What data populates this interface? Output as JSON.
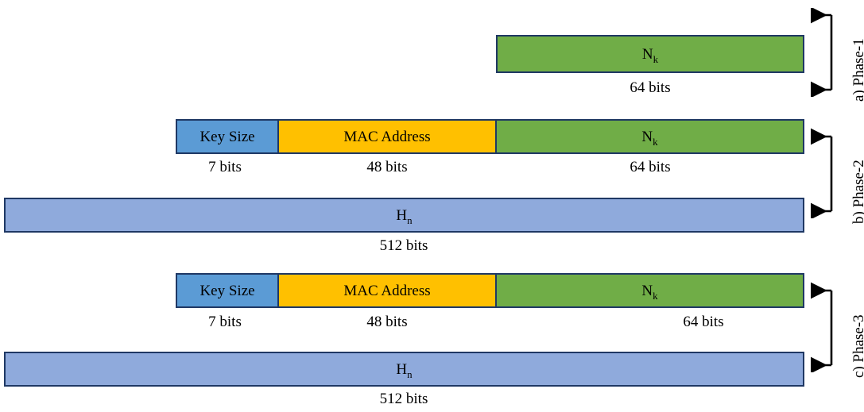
{
  "diagram": {
    "title_present": false,
    "colors": {
      "green": "#70AD47",
      "amber": "#FFC000",
      "blue": "#5B9BD5",
      "light_blue": "#8FAADC",
      "border": "#1F3864",
      "arrow": "#000000",
      "text": "#000000",
      "background": "#FFFFFF"
    },
    "phases": [
      {
        "id": "phase-1",
        "label": "a) Phase-1",
        "rows": [
          {
            "id": "phase1-row-nonce",
            "segments": [
              {
                "id": "nk",
                "label_main": "N",
                "label_sub": "k",
                "bits": "64 bits",
                "color": "green"
              }
            ]
          }
        ]
      },
      {
        "id": "phase-2",
        "label": "b) Phase-2",
        "rows": [
          {
            "id": "phase2-row-input",
            "segments": [
              {
                "id": "key-size",
                "label_main": "Key Size",
                "label_sub": "",
                "bits": "7 bits",
                "color": "blue"
              },
              {
                "id": "mac-address",
                "label_main": "MAC Address",
                "label_sub": "",
                "bits": "48 bits",
                "color": "amber"
              },
              {
                "id": "nk",
                "label_main": "N",
                "label_sub": "k",
                "bits": "64 bits",
                "color": "green"
              }
            ]
          },
          {
            "id": "phase2-row-hash",
            "segments": [
              {
                "id": "hn",
                "label_main": "H",
                "label_sub": "n",
                "bits": "512 bits",
                "color": "light_blue"
              }
            ]
          }
        ]
      },
      {
        "id": "phase-3",
        "label": "c) Phase-3",
        "rows": [
          {
            "id": "phase3-row-input",
            "segments": [
              {
                "id": "key-size",
                "label_main": "Key Size",
                "label_sub": "",
                "bits": "7 bits",
                "color": "blue"
              },
              {
                "id": "mac-address",
                "label_main": "MAC Address",
                "label_sub": "",
                "bits": "48 bits",
                "color": "amber"
              },
              {
                "id": "nk",
                "label_main": "N",
                "label_sub": "k",
                "bits": "64 bits",
                "color": "green"
              }
            ]
          },
          {
            "id": "phase3-row-hash",
            "segments": [
              {
                "id": "hn",
                "label_main": "H",
                "label_sub": "n",
                "bits": "512 bits",
                "color": "light_blue"
              }
            ]
          }
        ]
      }
    ]
  }
}
